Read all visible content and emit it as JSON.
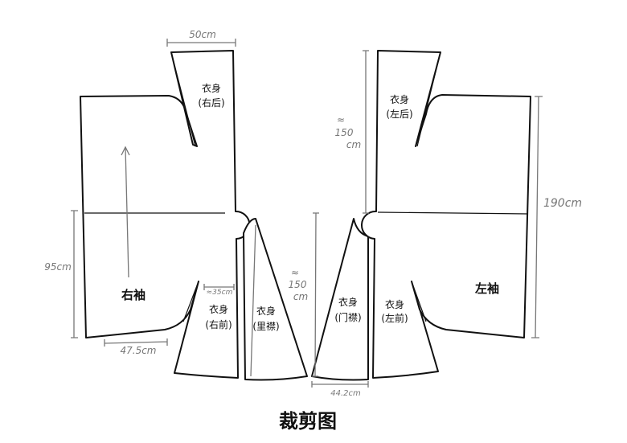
{
  "title": "裁剪图",
  "pieces": {
    "right_back": {
      "line1": "衣身",
      "line2": "(右后)"
    },
    "left_back": {
      "line1": "衣身",
      "line2": "(左后)"
    },
    "right_front": {
      "line1": "衣身",
      "line2": "(右前)"
    },
    "inner_lapel": {
      "line1": "衣身",
      "line2": "(里襟)"
    },
    "front_lapel": {
      "line1": "衣身",
      "line2": "(门襟)"
    },
    "left_front": {
      "line1": "衣身",
      "line2": "(左前)"
    },
    "right_sleeve": "右袖",
    "left_sleeve": "左袖"
  },
  "dimensions": {
    "top_width": "50cm",
    "sleeve_height": "95cm",
    "sleeve_width": "47.5cm",
    "front_top": "≈35cm",
    "lapel_length_left": {
      "approx": "≈",
      "value": "150",
      "unit": "cm"
    },
    "back_length_right": {
      "approx": "≈",
      "value": "150",
      "unit": "cm"
    },
    "total_length": "190cm",
    "lapel_bottom": "44.2cm"
  }
}
